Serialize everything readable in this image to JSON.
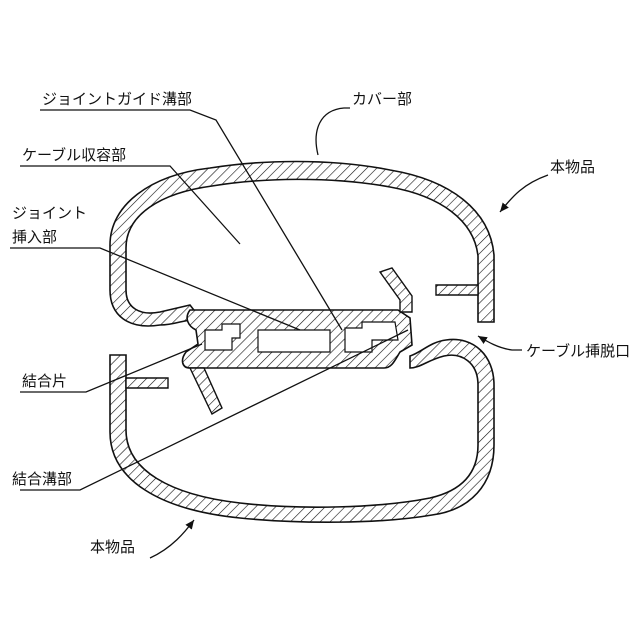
{
  "labels": {
    "joint_guide_groove": "ジョイントガイド溝部",
    "cover": "カバー部",
    "cable_storage": "ケーブル収容部",
    "main_body_top": "本物品",
    "joint_insert_line1": "ジョイント",
    "joint_insert_line2": "挿入部",
    "cable_port": "ケーブル挿脱口",
    "coupling_piece": "結合片",
    "coupling_groove": "結合溝部",
    "main_body_bottom": "本物品"
  },
  "colors": {
    "ink": "#111111",
    "background": "#ffffff"
  }
}
